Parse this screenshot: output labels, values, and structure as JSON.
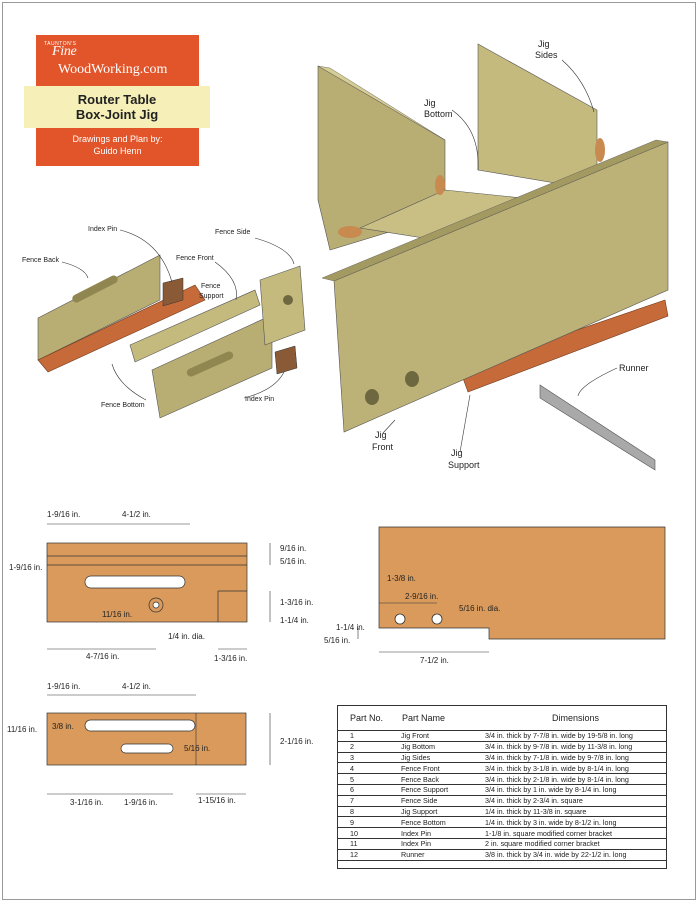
{
  "header": {
    "publisher": "TAUNTON'S",
    "brand_line1": "Fine",
    "brand_line2": "WoodWorking.com",
    "title_line1": "Router Table",
    "title_line2": "Box-Joint Jig",
    "credit_line1": "Drawings and Plan by:",
    "credit_line2": "Guido Henn"
  },
  "callouts": {
    "jig_sides": "Jig\nSides",
    "jig_sides_1": "Jig",
    "jig_sides_2": "Sides",
    "jig_bottom_1": "Jig",
    "jig_bottom_2": "Bottom",
    "runner": "Runner",
    "jig_front_1": "Jig",
    "jig_front_2": "Front",
    "jig_support_1": "Jig",
    "jig_support_2": "Support",
    "index_pin_top": "Index Pin",
    "fence_front": "Fence Front",
    "fence_side": "Fence Side",
    "fence_back": "Fence Back",
    "fence_support_1": "Fence",
    "fence_support_2": "Support",
    "fence_bottom": "Fence Bottom",
    "index_pin_bottom": "Index Pin"
  },
  "dims": {
    "d1": "1-9/16 in.",
    "d2": "4-1/2 in.",
    "d3": "9/16 in.",
    "d4": "5/16 in.",
    "d5": "1-9/16 in.",
    "d6": "1-3/16 in.",
    "d7": "11/16 in.",
    "d8": "1-1/4 in.",
    "d9": "1/4 in. dia.",
    "d10": "4-7/16 in.",
    "d11": "1-3/16 in.",
    "d12": "1-9/16 in.",
    "d13": "4-1/2 in.",
    "d14": "3/8 in.",
    "d15": "11/16 in.",
    "d16": "5/16 in.",
    "d17": "2-1/16 in.",
    "d18": "3-1/16 in.",
    "d19": "1-9/16 in.",
    "d20": "1-15/16 in.",
    "d21": "1-3/8 in.",
    "d22": "2-9/16 in.",
    "d23": "5/16 in. dia.",
    "d24": "1-1/4 in.",
    "d25": "5/16 in.",
    "d26": "7-1/2 in."
  },
  "parts_table": {
    "headers": [
      "Part No.",
      "Part Name",
      "Dimensions"
    ],
    "rows": [
      [
        "1",
        "Jig Front",
        "3/4 in. thick by 7-7/8 in. wide by 19-5/8 in. long"
      ],
      [
        "2",
        "Jig Bottom",
        "3/4 in. thick by 9-7/8 in. wide by 11-3/8 in. long"
      ],
      [
        "3",
        "Jig Sides",
        "3/4 in. thick by 7-1/8 in. wide by 9-7/8 in. long"
      ],
      [
        "4",
        "Fence Front",
        "3/4 in. thick by 3-1/8 in. wide by 8-1/4 in. long"
      ],
      [
        "5",
        "Fence Back",
        "3/4 in. thick by 2-1/8 in. wide by 8-1/4 in. long"
      ],
      [
        "6",
        "Fence Support",
        "3/4 in. thick by 1 in. wide by 8-1/4 in. long"
      ],
      [
        "7",
        "Fence Side",
        "3/4 in. thick by 2-3/4 in. square"
      ],
      [
        "8",
        "Jig Support",
        "1/4 in. thick by 11-3/8 in. square"
      ],
      [
        "9",
        "Fence Bottom",
        "1/4 in. thick by 3 in. wide by 8-1/2 in. long"
      ],
      [
        "10",
        "Index Pin",
        "1-1/8 in. square modified corner bracket"
      ],
      [
        "11",
        "Index Pin",
        "2 in. square modified corner bracket"
      ],
      [
        "12",
        "Runner",
        "3/8 in. thick by 3/4 in. wide by 22-1/2 in. long"
      ]
    ]
  },
  "colors": {
    "brand": "#e2552a",
    "title_bg": "#f6f0b8",
    "wood": "#b8ad72",
    "wood_dark": "#8f8650",
    "plan_fill": "#d99a5c",
    "hardboard": "#c76a3a",
    "steel": "#a9a9a9"
  }
}
